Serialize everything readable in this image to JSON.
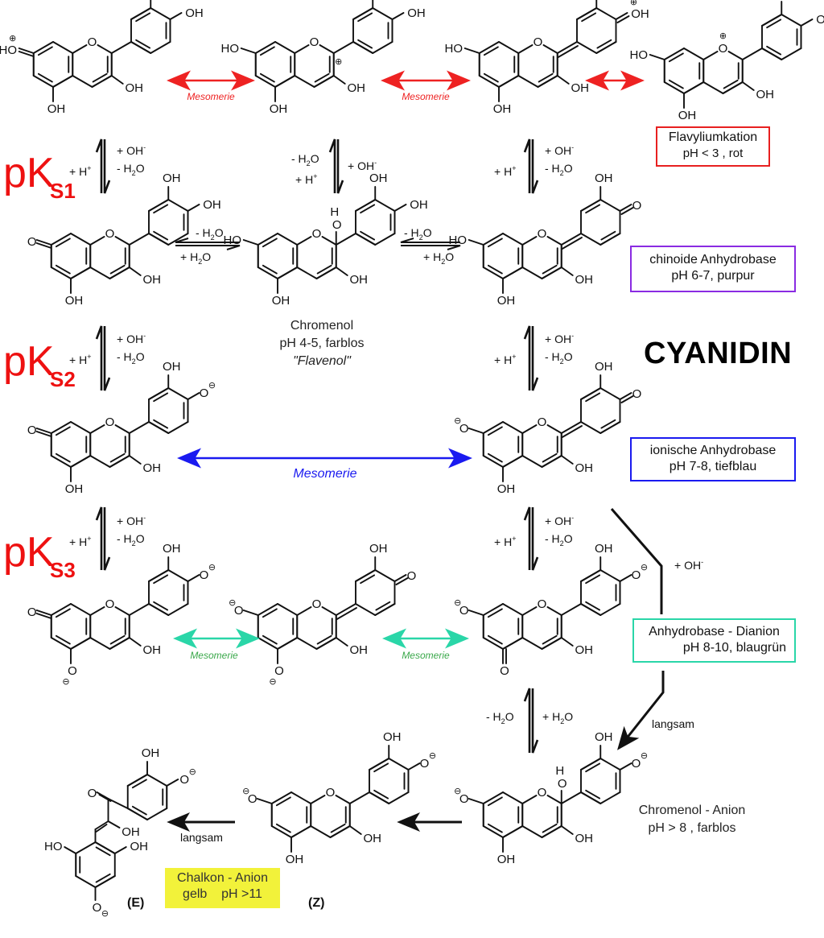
{
  "title": "CYANIDIN",
  "pk_labels": [
    {
      "main": "pK",
      "sub": "S1"
    },
    {
      "main": "pK",
      "sub": "S2"
    },
    {
      "main": "pK",
      "sub": "S3"
    }
  ],
  "mesomerie_label": "Mesomerie",
  "colors": {
    "red": "#ee2222",
    "blue": "#1a1af0",
    "teal": "#2ad6a8",
    "teal_text": "#3aa84a",
    "purple": "#8a2be2",
    "yellow": "#f2f23a",
    "black": "#111111"
  },
  "state_boxes": [
    {
      "id": "flavylium",
      "line1": "Flavyliumkation",
      "line2": "pH < 3 , rot",
      "color": "#e82020"
    },
    {
      "id": "chinoid",
      "line1": "chinoide Anhydrobase",
      "line2": "pH 6-7, purpur",
      "color": "#8a2be2"
    },
    {
      "id": "ionic",
      "line1": "ionische Anhydrobase",
      "line2": "pH 7-8, tiefblau",
      "color": "#1a1af0"
    },
    {
      "id": "dianion",
      "line1": "Anhydrobase - Dianion",
      "line2": "pH 8-10, blaugrün",
      "color": "#2ad6a8"
    },
    {
      "id": "chalkon",
      "line1": "Chalkon - Anion",
      "line2": "gelb    pH >11",
      "color": "#f2f23a"
    }
  ],
  "free_labels": {
    "chromenol": [
      "Chromenol",
      "pH 4-5, farblos",
      "\"Flavenol\""
    ],
    "chromenol_anion": [
      "Chromenol - Anion",
      "pH > 8 , farblos"
    ]
  },
  "isomer_labels": {
    "e": "(E)",
    "z": "(Z)"
  },
  "conditions": {
    "plus_oh": "+ OH",
    "minus_h2o": "- H",
    "plus_h2o": "+ H",
    "plus_h": "+ H",
    "langsam": "langsam"
  },
  "atoms": {
    "oh": "OH",
    "ho": "HO",
    "o": "O",
    "h": "H",
    "plus": "⊕",
    "minus": "⊖"
  }
}
